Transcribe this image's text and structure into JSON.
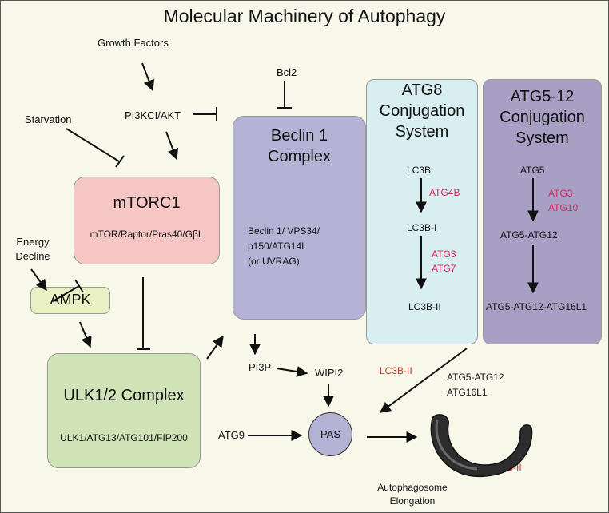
{
  "title": "Molecular Machinery of Autophagy",
  "inputs": {
    "growth_factors": "Growth Factors",
    "starvation": "Starvation",
    "energy_decline_1": "Energy",
    "energy_decline_2": "Decline",
    "bcl2": "Bcl2",
    "pi3kci_akt": "PI3KCI/AKT"
  },
  "mtorc1": {
    "title": "mTORC1",
    "members": "mTOR/Raptor/Pras40/GβL",
    "color": "#f5c6c3"
  },
  "ampk": {
    "label": "AMPK",
    "color": "#e8f0c4"
  },
  "ulk": {
    "title": "ULK1/2 Complex",
    "members": "ULK1/ATG13/ATG101/FIP200",
    "color": "#cfe3b7"
  },
  "beclin": {
    "title_1": "Beclin 1",
    "title_2": "Complex",
    "members_1": "Beclin 1/ VPS34/",
    "members_2": "p150/ATG14L",
    "members_3": "(or UVRAG)",
    "color": "#b4b3d6"
  },
  "atg8": {
    "title_1": "ATG8",
    "title_2": "Conjugation",
    "title_3": "System",
    "step_1": "LC3B",
    "enzyme_1": "ATG4B",
    "step_2": "LC3B-I",
    "enzyme_2a": "ATG3",
    "enzyme_2b": "ATG7",
    "step_3": "LC3B-II",
    "color": "#d9eef0"
  },
  "atg512": {
    "title_1": "ATG5-12",
    "title_2": "Conjugation",
    "title_3": "System",
    "step_1": "ATG5",
    "enzyme_1a": "ATG3",
    "enzyme_1b": "ATG10",
    "step_2": "ATG5-ATG12",
    "step_3": "ATG5-ATG12-ATG16L1",
    "color": "#a7a0c4"
  },
  "bottom": {
    "pi3p": "PI3P",
    "wipi2": "WIPI2",
    "atg9": "ATG9",
    "pas": "PAS",
    "lc3b_ii_left": "LC3B-II",
    "atg5_atg12": "ATG5-ATG12",
    "atg16l1": "ATG16L1",
    "lc3b_ii_right": "LC3B-II",
    "autophagosome": "Autophagosome",
    "elongation": "Elongation"
  }
}
